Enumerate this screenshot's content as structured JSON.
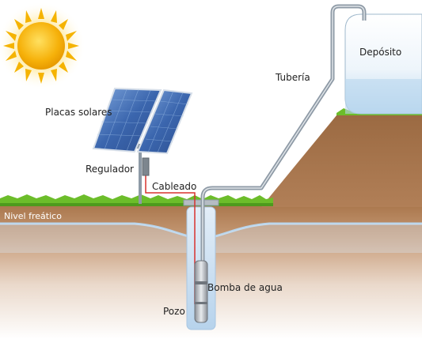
{
  "labels": {
    "tank": "Depósito",
    "pipe": "Tubería",
    "solar_panels": "Placas solares",
    "regulator": "Regulador",
    "cabling": "Cableado",
    "water_table": "Nivel freático",
    "pump": "Bomba de agua",
    "well": "Pozo"
  },
  "colors": {
    "sky_sun": "#f5b300",
    "grass": "#6cbd2a",
    "soil_top": "#a9764b",
    "soil_bottom": "#f7efe8",
    "water": "#cfe3f3",
    "pipe": "#8e9aa6",
    "cable": "#d8322f",
    "panel": "#3f6fb5"
  },
  "icons": {
    "sun": "sun-icon",
    "solar_panel": "solar-panel-icon",
    "regulator": "regulator-box-icon",
    "pump": "submersible-pump-icon",
    "tank": "water-tank-icon"
  }
}
